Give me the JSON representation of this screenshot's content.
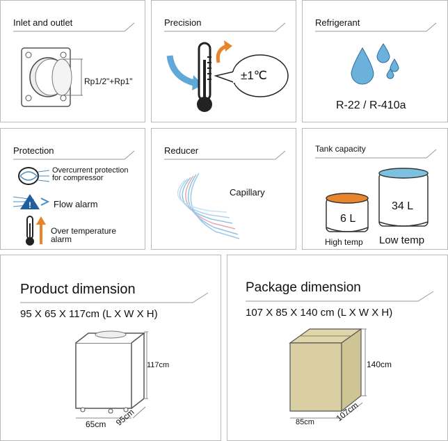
{
  "cards": {
    "inlet": {
      "title": "Inlet and outlet",
      "spec": "Rp1/2\"+Rp1\""
    },
    "precision": {
      "title": "Precision",
      "value": "±1℃"
    },
    "refrigerant": {
      "title": "Refrigerant",
      "value": "R-22 / R-410a"
    },
    "protection": {
      "title": "Protection",
      "items": [
        {
          "label": "Overcurrent protection\nfor compressor",
          "icon": "overcurrent-icon"
        },
        {
          "label": "Flow alarm",
          "icon": "flow-alarm-icon"
        },
        {
          "label": "Over temperature\nalarm",
          "icon": "over-temperature-icon"
        }
      ]
    },
    "reducer": {
      "title": "Reducer",
      "label": "Capillary"
    },
    "tank": {
      "title": "Tank capacity",
      "small": {
        "value": "6 L",
        "caption": "High temp"
      },
      "large": {
        "value": "34 L",
        "caption": "Low temp"
      }
    },
    "product": {
      "title": "Product dimension",
      "dims": "95 X 65 X 117cm (L X W X H)",
      "height": "117cm",
      "width": "65cm",
      "depth": "95cm"
    },
    "package": {
      "title": "Package dimension",
      "dims": "107 X 85 X 140 cm (L X W X H)",
      "height": "140cm",
      "width": "85cm",
      "depth": "107cm"
    }
  },
  "colors": {
    "border": "#b9b9b9",
    "accent_blue": "#5fa8d8",
    "accent_orange": "#e8842b",
    "box": "#d9cfa2"
  }
}
